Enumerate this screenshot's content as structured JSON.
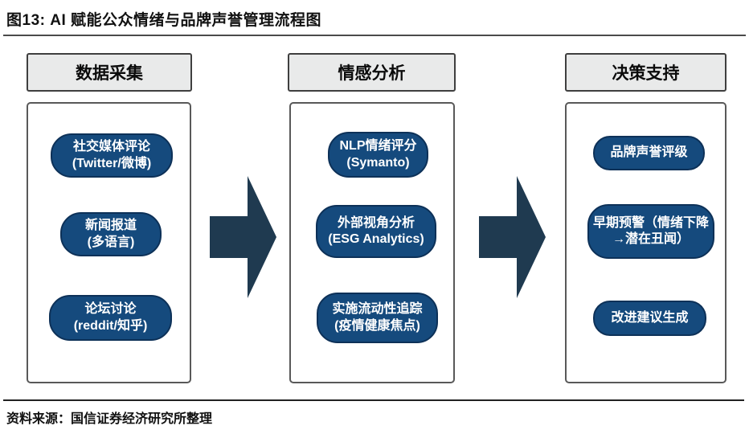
{
  "figure": {
    "title": "图13: AI 赋能公众情绪与品牌声誉管理流程图",
    "source": "资料来源：国信证券经济研究所整理"
  },
  "colors": {
    "pill": "#154a7d",
    "pill_border": "#0d3158",
    "arrow": "#1f3a50",
    "header_bg": "#e9eaea",
    "header_border": "#3f3f3f",
    "container_border": "#595959"
  },
  "columns": [
    {
      "header": "数据采集",
      "pills": [
        {
          "line1": "社交媒体评论",
          "line2": "(Twitter/微博)"
        },
        {
          "line1": "新闻报道",
          "line2": "(多语言)"
        },
        {
          "line1": "论坛讨论",
          "line2": "(reddit/知乎)"
        }
      ]
    },
    {
      "header": "情感分析",
      "pills": [
        {
          "line1": "NLP情绪评分",
          "line2": "(Symanto)"
        },
        {
          "line1": "外部视角分析",
          "line2": "(ESG Analytics)"
        },
        {
          "line1": "实施流动性追踪",
          "line2": "(疫情健康焦点)"
        }
      ]
    },
    {
      "header": "决策支持",
      "pills": [
        {
          "line1": "品牌声誉评级",
          "line2": ""
        },
        {
          "line1": "早期预警（情绪下降",
          "line2": "→潜在丑闻）"
        },
        {
          "line1": "改进建议生成",
          "line2": ""
        }
      ]
    }
  ],
  "arrows": [
    {
      "icon": "right-block-arrow"
    },
    {
      "icon": "right-block-arrow"
    }
  ]
}
